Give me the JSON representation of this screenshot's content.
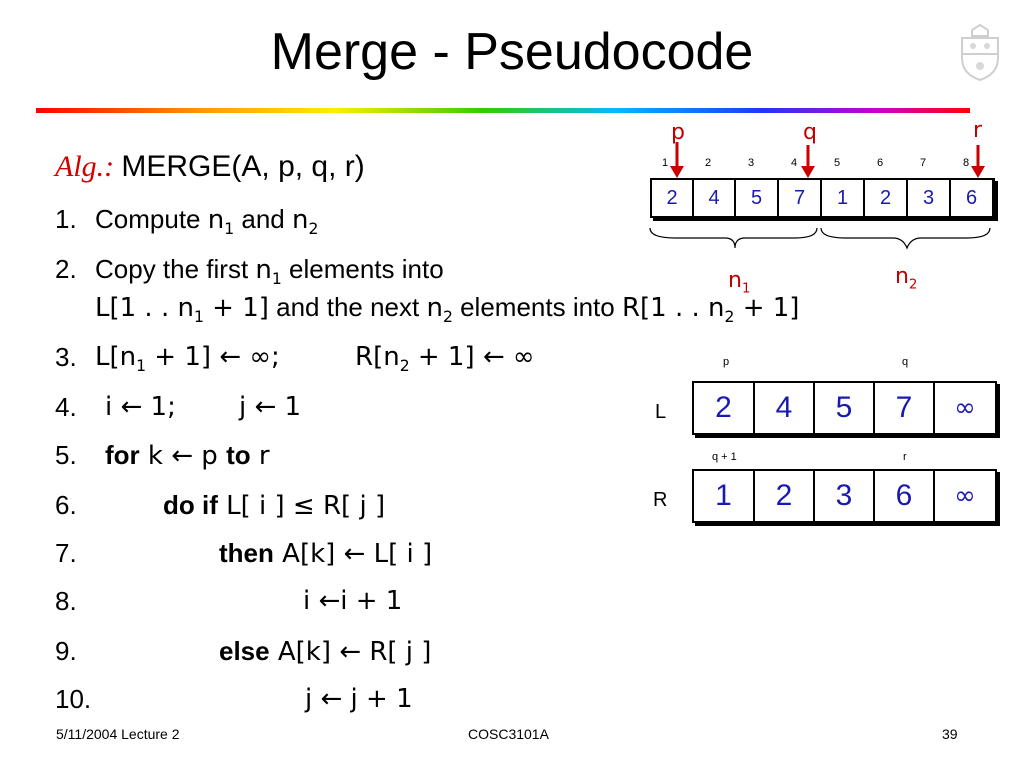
{
  "slide": {
    "title": "Merge - Pseudocode",
    "footer_left": "5/11/2004 Lecture 2",
    "footer_center": "COSC3101A",
    "footer_right": "39"
  },
  "algorithm": {
    "alg_label": "Alg.:",
    "header": "MERGE(A, p, q, r)",
    "lines": [
      {
        "num": "1.",
        "parts": [
          "Compute ",
          "n",
          "1",
          " and ",
          "n",
          "2"
        ]
      },
      {
        "num": "2.",
        "parts": [
          "Copy the first ",
          "n",
          "1",
          " elements into"
        ]
      },
      {
        "num": "",
        "parts": [
          "L[1 . . n",
          "1",
          " + 1]",
          " and  the next ",
          "n",
          "2",
          " elements into ",
          "R[1 . . n",
          "2",
          " + 1]"
        ]
      },
      {
        "num": "3.",
        "parts": [
          "L[n",
          "1",
          " + 1] ← ∞;",
          "R[n",
          "2",
          " + 1] ← ∞"
        ]
      },
      {
        "num": "4.",
        "parts": [
          "i ← 1;",
          "j ← 1"
        ]
      },
      {
        "num": "5.",
        "parts": [
          "for",
          " k ← p ",
          "to",
          " r"
        ]
      },
      {
        "num": "6.",
        "parts": [
          "do if",
          " L[ i ] ≤ R[ j ]"
        ]
      },
      {
        "num": "7.",
        "parts": [
          "then",
          " A[k] ← L[ i ]"
        ]
      },
      {
        "num": "8.",
        "parts": [
          "i ←i + 1"
        ]
      },
      {
        "num": "9.",
        "parts": [
          "else",
          " A[k] ← R[ j ]"
        ]
      },
      {
        "num": "10.",
        "parts": [
          "j ← j + 1"
        ]
      }
    ]
  },
  "array_A": {
    "labels": {
      "p": "p",
      "q": "q",
      "r": "r",
      "n1": "n",
      "n1_sub": "1",
      "n2": "n",
      "n2_sub": "2"
    },
    "indices": [
      "1",
      "2",
      "3",
      "4",
      "5",
      "6",
      "7",
      "8"
    ],
    "values": [
      "2",
      "4",
      "5",
      "7",
      "1",
      "2",
      "3",
      "6"
    ],
    "arrow_color": "#cc0000"
  },
  "array_L": {
    "name": "L",
    "top_labels": [
      "p",
      "q"
    ],
    "values": [
      "2",
      "4",
      "5",
      "7",
      "∞"
    ]
  },
  "array_R": {
    "name": "R",
    "top_labels": [
      "q + 1",
      "r"
    ],
    "values": [
      "1",
      "2",
      "3",
      "6",
      "∞"
    ]
  }
}
